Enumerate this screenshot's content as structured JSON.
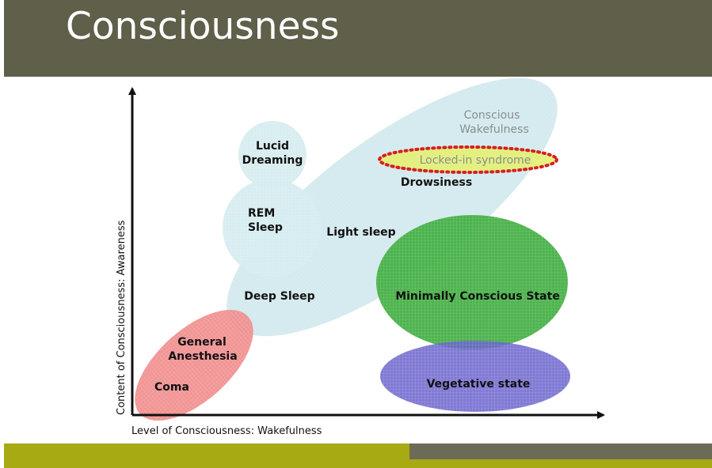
{
  "slide": {
    "title": "Consciousness"
  },
  "diagram": {
    "x_axis_label": "Level of Consciousness: Wakefulness",
    "y_axis_label": "Content of Consciousness: Awareness",
    "regions": {
      "coma": "Coma",
      "general_anesthesia_line1": "General",
      "general_anesthesia_line2": "Anesthesia",
      "deep_sleep": "Deep Sleep",
      "light_sleep": "Light sleep",
      "rem_line1": "REM",
      "rem_line2": "Sleep",
      "lucid_line1": "Lucid",
      "lucid_line2": "Dreaming",
      "drowsiness": "Drowsiness",
      "locked_in": "Locked-in syndrome",
      "conscious_line1": "Conscious",
      "conscious_line2": "Wakefulness",
      "mcs": "Minimally Conscious State",
      "vegetative": "Vegetative state"
    },
    "colors": {
      "sleep_wake_band": "#cfe8ec",
      "anesthesia": "#f08c8c",
      "mcs": "#3fae3f",
      "vegetative": "#6a63cc",
      "locked_in_fill": "#e4f07a",
      "locked_in_border": "#d42020"
    }
  }
}
